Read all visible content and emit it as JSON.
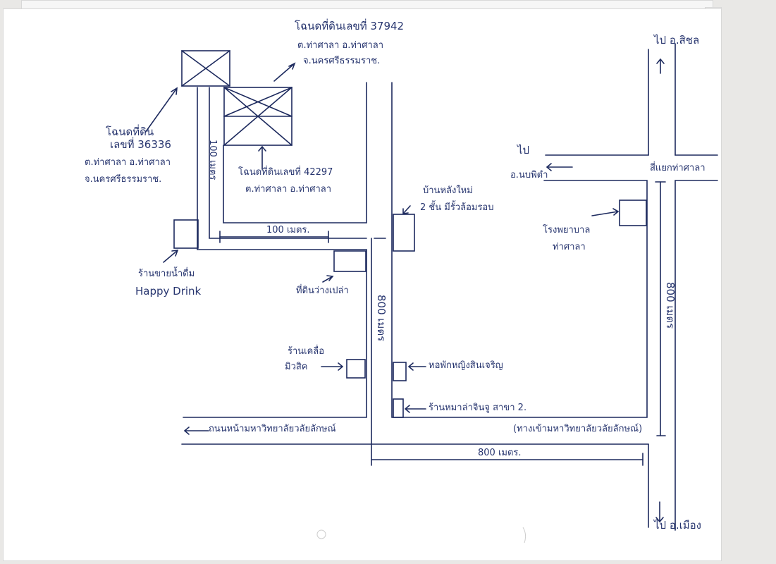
{
  "colors": {
    "ink": "#27356f",
    "paper": "#ffffff",
    "background": "#e9e8e6"
  },
  "labels": {
    "deed_37942_line1": "โฉนดที่ดินเลขที่ 37942",
    "deed_37942_line2": "ต.ท่าศาลา อ.ท่าศาลา",
    "deed_37942_line3": "จ.นครศรีธรรมราช.",
    "deed_36336_line1": "โฉนดที่ดิน",
    "deed_36336_line2": "เลขที่ 36336",
    "deed_36336_line3": "ต.ท่าศาลา อ.ท่าศาลา",
    "deed_36336_line4": "จ.นครศรีธรรมราช.",
    "deed_42297_line1": "โฉนดที่ดินเลขที่ 42297",
    "deed_42297_line2": "ต.ท่าศาลา อ.ท่าศาลา",
    "dist_100_vertical": "100 เมตร",
    "dist_100_horizontal": "100 เมตร.",
    "dist_800_vertical_mid": "800 เมตร",
    "dist_800_vertical_right": "800 เมตร",
    "dist_800_horizontal": "800 เมตร.",
    "new_house_line1": "บ้านหลังใหม่",
    "new_house_line2": "2 ชั้น มีรั้วล้อมรอบ",
    "drink_shop_line1": "ร้านขายน้ำดื่ม",
    "drink_shop_line2": "Happy Drink",
    "vacant_land": "ที่ดินว่างเปล่า",
    "shop_left_line1": "ร้านเคลื่อ",
    "shop_left_line2": "มิวสิค",
    "dorm": "หอพักหญิงสินเจริญ",
    "mala_shop": "ร้านหมาล่าจินจู สาขา 2.",
    "university_road": "ถนนหน้ามหาวิทยาลัยวลัยลักษณ์",
    "university_way": "(ทางเข้ามหาวิทยาลัยวลัยลักษณ์)",
    "to_sichon": "ไป อ.สิชล",
    "to_noppitam_line1": "ไป",
    "to_noppitam_line2": "อ.นบพิตำ",
    "intersection": "สี่แยกท่าศาลา",
    "hospital_line1": "โรงพยาบาล",
    "hospital_line2": "ท่าศาลา",
    "to_mueang": "ไป อ.เมือง"
  }
}
